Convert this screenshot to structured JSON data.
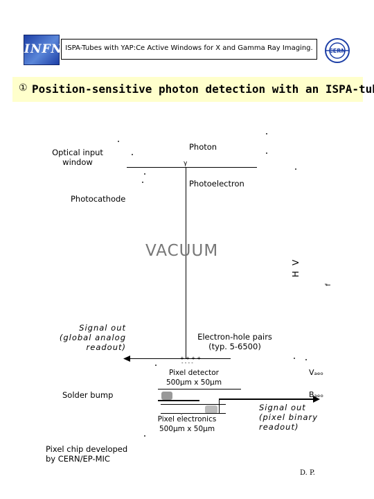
{
  "header": {
    "logo_left": "INFN",
    "title": "ISPA-Tubes with YAP:Ce Active Windows for X and Gamma Ray Imaging.",
    "logo_right": "CERN"
  },
  "slide": {
    "bullet": "①",
    "title": "Position-sensitive photon detection with an ISPA-tube"
  },
  "diagram": {
    "optical_window_line1": "Optical input",
    "optical_window_line2": "window",
    "photon": "Photon",
    "photon_arrow": "γ",
    "photoelectron": "Photoelectron",
    "photocathode": "Photocathode",
    "vacuum": "VACUUM",
    "hv": "HV",
    "hv_suffix": "f",
    "signal_out_global_1": "Signal out",
    "signal_out_global_2": "(global analog",
    "signal_out_global_3": "readout)",
    "eh_pairs_1": "Electron-hole pairs",
    "eh_pairs_2": "(typ. 5-6500)",
    "plus_signs": "+ + + +",
    "minus_signs": "- - - -",
    "pixel_detector_1": "Pixel detector",
    "pixel_detector_2": "500μm x 50μm",
    "solder_bump": "Solder bump",
    "pixel_electronics_1": "Pixel electronics",
    "pixel_electronics_2": "500μm x 50μm",
    "signal_out_pixel_1": "Signal out",
    "signal_out_pixel_2": "(pixel binary",
    "signal_out_pixel_3": "readout)",
    "pixel_chip_1": "Pixel chip developed",
    "pixel_chip_2": "by CERN/EP-MIC",
    "right_label_1": "Vₐₑₒ",
    "right_label_2": "Bₐₑₒ"
  },
  "footer": {
    "author": "D. P."
  },
  "colors": {
    "title_bar": "#ffffcc",
    "infn_blue": "#1d3fa6",
    "vacuum_text": "#777777",
    "bump_gray": "#aaaaaa"
  }
}
